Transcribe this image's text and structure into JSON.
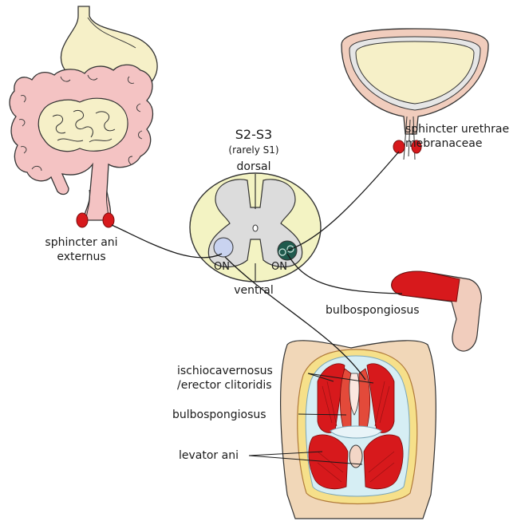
{
  "labels": {
    "level": "S2-S3",
    "level_note": "(rarely S1)",
    "dorsal": "dorsal",
    "ventral": "ventral",
    "nucleus_left": "ON",
    "nucleus_right": "ON",
    "sphincter_ani_line1": "sphincter ani",
    "sphincter_ani_line2": "externus",
    "sphincter_urethrae_line1": "sphincter urethrae",
    "sphincter_urethrae_line2": "mebranaceae",
    "bulbospongiosus_right": "bulbospongiosus",
    "ischio_line1": "ischiocavernosus",
    "ischio_line2": "/erector clitoridis",
    "bulbospongiosus_perineum": "bulbospongiosus",
    "levator_ani": "levator ani"
  },
  "colors": {
    "nerve": "#1a1a1a",
    "muscle_red": "#d7191c",
    "intestine": "#f4c3c3",
    "stomach": "#f6f0c8",
    "cord_outer": "#f3f3c3",
    "grey_matter": "#dcdcdc",
    "nucleus_left": "#c9d3f0",
    "nucleus_right": "#1f5a4d",
    "skin": "#f1d7b8"
  }
}
